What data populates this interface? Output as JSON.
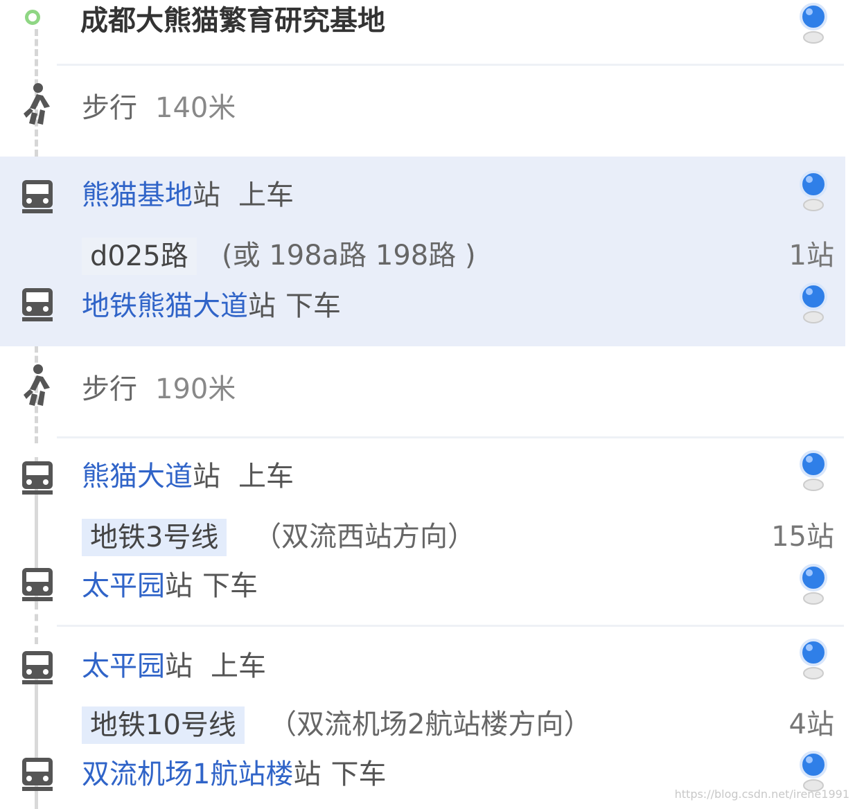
{
  "origin": "成都大熊猫繁育研究基地",
  "walk_label": "步行",
  "walk1_distance": "140米",
  "walk2_distance": "190米",
  "station_suffix": "站",
  "board": "上车",
  "alight": "下车",
  "seg1": {
    "board_station": "熊猫基地",
    "route": "d025路",
    "alt": "(或 198a路 198路 )",
    "stops": "1站",
    "alight_station": "地铁熊猫大道"
  },
  "seg2": {
    "board_station": "熊猫大道",
    "route": "地铁3号线",
    "direction": "（双流西站方向）",
    "stops": "15站",
    "alight_station": "太平园"
  },
  "seg3": {
    "board_station": "太平园",
    "route": "地铁10号线",
    "direction": "（双流机场2航站楼方向）",
    "stops": "4站",
    "alight_station": "双流机场1航站楼"
  },
  "watermark": "https://blog.csdn.net/irene1991",
  "colors": {
    "link": "#3064c8",
    "highlight": "#e9eef9",
    "pin": "#2f7fe8",
    "start": "#8fd684"
  }
}
